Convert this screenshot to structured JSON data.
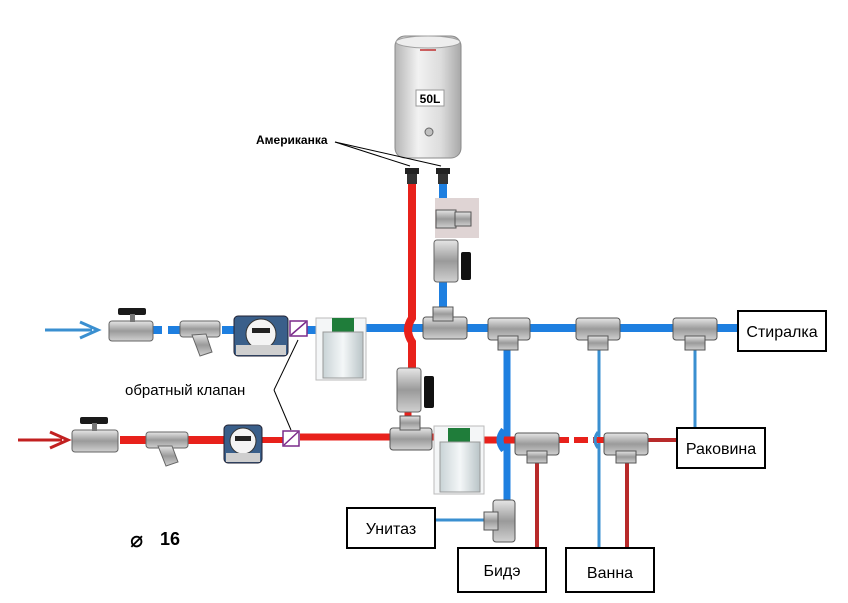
{
  "heater": {
    "label": "50L"
  },
  "annotations": {
    "americanka": "Американка",
    "check_valve": "обратный клапан",
    "diameter": "16",
    "diameter_symbol": "⌀"
  },
  "fixtures": {
    "washer": "Стиралка",
    "sink": "Раковина",
    "toilet": "Унитаз",
    "bidet": "Бидэ",
    "bath": "Ванна"
  },
  "colors": {
    "cold": "#1e7fe0",
    "hot": "#e8211b",
    "hot_thin": "#b82a2a",
    "cold_thin": "#3a8fd0",
    "arrow_cold": "#3a8fd0",
    "arrow_hot": "#c22020"
  }
}
